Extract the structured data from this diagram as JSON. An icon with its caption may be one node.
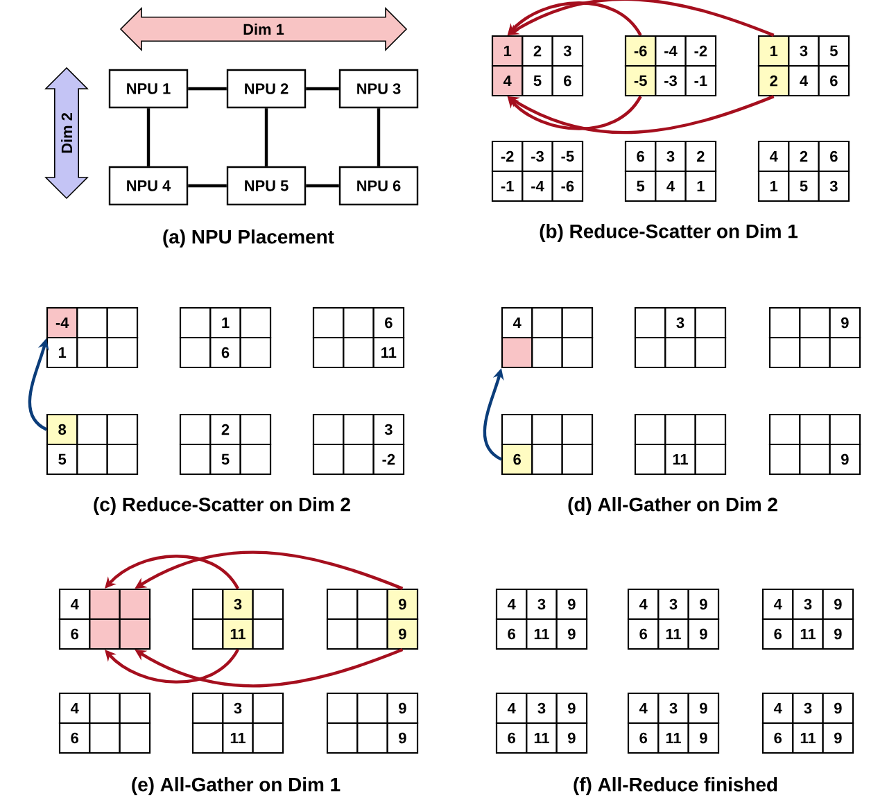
{
  "diagram": {
    "nodes": [
      {
        "text": [
          "Dim 1"
        ]
      },
      {
        "text": [
          "Dim 2"
        ]
      },
      {
        "text": [
          "NPU 1"
        ]
      },
      {
        "text": [
          "NPU 2"
        ]
      },
      {
        "text": [
          "NPU 3"
        ]
      },
      {
        "text": [
          "NPU 4"
        ]
      },
      {
        "text": [
          "NPU 5"
        ]
      },
      {
        "text": [
          "NPU 6"
        ]
      },
      {
        "text": [
          "1"
        ]
      },
      {
        "text": [
          "2"
        ]
      },
      {
        "text": [
          "3"
        ]
      },
      {
        "text": [
          "4"
        ]
      },
      {
        "text": [
          "5"
        ]
      },
      {
        "text": [
          "6"
        ]
      },
      {
        "text": [
          "-6"
        ]
      },
      {
        "text": [
          "-4"
        ]
      },
      {
        "text": [
          "-2"
        ]
      },
      {
        "text": [
          "-5"
        ]
      },
      {
        "text": [
          "-3"
        ]
      },
      {
        "text": [
          "-1"
        ]
      },
      {
        "text": [
          "1"
        ]
      },
      {
        "text": [
          "3"
        ]
      },
      {
        "text": [
          "5"
        ]
      },
      {
        "text": [
          "2"
        ]
      },
      {
        "text": [
          "4"
        ]
      },
      {
        "text": [
          "6"
        ]
      },
      {
        "text": [
          "-2"
        ]
      },
      {
        "text": [
          "-3"
        ]
      },
      {
        "text": [
          "-5"
        ]
      },
      {
        "text": [
          "-1"
        ]
      },
      {
        "text": [
          "-4"
        ]
      },
      {
        "text": [
          "-6"
        ]
      },
      {
        "text": [
          "6"
        ]
      },
      {
        "text": [
          "3"
        ]
      },
      {
        "text": [
          "2"
        ]
      },
      {
        "text": [
          "5"
        ]
      },
      {
        "text": [
          "4"
        ]
      },
      {
        "text": [
          "1"
        ]
      },
      {
        "text": [
          "4"
        ]
      },
      {
        "text": [
          "2"
        ]
      },
      {
        "text": [
          "6"
        ]
      },
      {
        "text": [
          "1"
        ]
      },
      {
        "text": [
          "5"
        ]
      },
      {
        "text": [
          "3"
        ]
      },
      {
        "text": [
          "-4"
        ]
      },
      {
        "text": [],
        "shape": "box"
      },
      {
        "text": [],
        "shape": "box"
      },
      {
        "text": [
          "1"
        ]
      },
      {
        "text": [],
        "shape": "box"
      },
      {
        "text": [],
        "shape": "box"
      },
      {
        "text": [],
        "shape": "box"
      },
      {
        "text": [
          "1"
        ]
      },
      {
        "text": [],
        "shape": "box"
      },
      {
        "text": [],
        "shape": "box"
      },
      {
        "text": [
          "6"
        ]
      },
      {
        "text": [],
        "shape": "box"
      },
      {
        "text": [],
        "shape": "box"
      },
      {
        "text": [],
        "shape": "box"
      },
      {
        "text": [
          "6"
        ]
      },
      {
        "text": [],
        "shape": "box"
      },
      {
        "text": [],
        "shape": "box"
      },
      {
        "text": [
          "11"
        ]
      },
      {
        "text": [
          "8"
        ]
      },
      {
        "text": [],
        "shape": "box"
      },
      {
        "text": [],
        "shape": "box"
      },
      {
        "text": [
          "5"
        ]
      },
      {
        "text": [],
        "shape": "box"
      },
      {
        "text": [],
        "shape": "box"
      },
      {
        "text": [],
        "shape": "box"
      },
      {
        "text": [
          "2"
        ]
      },
      {
        "text": [],
        "shape": "box"
      },
      {
        "text": [],
        "shape": "box"
      },
      {
        "text": [
          "5"
        ]
      },
      {
        "text": [],
        "shape": "box"
      },
      {
        "text": [],
        "shape": "box"
      },
      {
        "text": [],
        "shape": "box"
      },
      {
        "text": [
          "3"
        ]
      },
      {
        "text": [],
        "shape": "box"
      },
      {
        "text": [],
        "shape": "box"
      },
      {
        "text": [
          "-2"
        ]
      },
      {
        "text": [
          "4"
        ]
      },
      {
        "text": [],
        "shape": "box"
      },
      {
        "text": [],
        "shape": "box"
      },
      {
        "text": [],
        "shape": "box"
      },
      {
        "text": [],
        "shape": "box"
      },
      {
        "text": [],
        "shape": "box"
      },
      {
        "text": [],
        "shape": "box"
      },
      {
        "text": [
          "3"
        ]
      },
      {
        "text": [],
        "shape": "box"
      },
      {
        "text": [],
        "shape": "box"
      },
      {
        "text": [],
        "shape": "box"
      },
      {
        "text": [],
        "shape": "box"
      },
      {
        "text": [],
        "shape": "box"
      },
      {
        "text": [],
        "shape": "box"
      },
      {
        "text": [
          "9"
        ]
      },
      {
        "text": [],
        "shape": "box"
      },
      {
        "text": [],
        "shape": "box"
      },
      {
        "text": [],
        "shape": "box"
      },
      {
        "text": [],
        "shape": "box"
      },
      {
        "text": [],
        "shape": "box"
      },
      {
        "text": [],
        "shape": "box"
      },
      {
        "text": [
          "6"
        ]
      },
      {
        "text": [],
        "shape": "box"
      },
      {
        "text": [],
        "shape": "box"
      },
      {
        "text": [],
        "shape": "box"
      },
      {
        "text": [],
        "shape": "box"
      },
      {
        "text": [],
        "shape": "box"
      },
      {
        "text": [],
        "shape": "box"
      },
      {
        "text": [
          "11"
        ]
      },
      {
        "text": [],
        "shape": "box"
      },
      {
        "text": [],
        "shape": "box"
      },
      {
        "text": [],
        "shape": "box"
      },
      {
        "text": [],
        "shape": "box"
      },
      {
        "text": [],
        "shape": "box"
      },
      {
        "text": [],
        "shape": "box"
      },
      {
        "text": [
          "9"
        ]
      },
      {
        "text": [
          "4"
        ]
      },
      {
        "text": [],
        "shape": "box"
      },
      {
        "text": [],
        "shape": "box"
      },
      {
        "text": [
          "6"
        ]
      },
      {
        "text": [],
        "shape": "box"
      },
      {
        "text": [],
        "shape": "box"
      },
      {
        "text": [],
        "shape": "box"
      },
      {
        "text": [
          "3"
        ]
      },
      {
        "text": [],
        "shape": "box"
      },
      {
        "text": [],
        "shape": "box"
      },
      {
        "text": [
          "11"
        ]
      },
      {
        "text": [],
        "shape": "box"
      },
      {
        "text": [],
        "shape": "box"
      },
      {
        "text": [],
        "shape": "box"
      },
      {
        "text": [
          "9"
        ]
      },
      {
        "text": [],
        "shape": "box"
      },
      {
        "text": [],
        "shape": "box"
      },
      {
        "text": [
          "9"
        ]
      },
      {
        "text": [
          "4"
        ]
      },
      {
        "text": [],
        "shape": "box"
      },
      {
        "text": [],
        "shape": "box"
      },
      {
        "text": [
          "6"
        ]
      },
      {
        "text": [],
        "shape": "box"
      },
      {
        "text": [],
        "shape": "box"
      },
      {
        "text": [],
        "shape": "box"
      },
      {
        "text": [
          "3"
        ]
      },
      {
        "text": [],
        "shape": "box"
      },
      {
        "text": [],
        "shape": "box"
      },
      {
        "text": [
          "11"
        ]
      },
      {
        "text": [],
        "shape": "box"
      },
      {
        "text": [],
        "shape": "box"
      },
      {
        "text": [],
        "shape": "box"
      },
      {
        "text": [
          "9"
        ]
      },
      {
        "text": [],
        "shape": "box"
      },
      {
        "text": [],
        "shape": "box"
      },
      {
        "text": [
          "9"
        ]
      },
      {
        "text": [
          "4"
        ]
      },
      {
        "text": [
          "3"
        ]
      },
      {
        "text": [
          "9"
        ]
      },
      {
        "text": [
          "6"
        ]
      },
      {
        "text": [
          "11"
        ]
      },
      {
        "text": [
          "9"
        ]
      },
      {
        "text": [
          "4"
        ]
      },
      {
        "text": [
          "3"
        ]
      },
      {
        "text": [
          "9"
        ]
      },
      {
        "text": [
          "6"
        ]
      },
      {
        "text": [
          "11"
        ]
      },
      {
        "text": [
          "9"
        ]
      },
      {
        "text": [
          "4"
        ]
      },
      {
        "text": [
          "3"
        ]
      },
      {
        "text": [
          "9"
        ]
      },
      {
        "text": [
          "6"
        ]
      },
      {
        "text": [
          "11"
        ]
      },
      {
        "text": [
          "9"
        ]
      },
      {
        "text": [
          "4"
        ]
      },
      {
        "text": [
          "3"
        ]
      },
      {
        "text": [
          "9"
        ]
      },
      {
        "text": [
          "6"
        ]
      },
      {
        "text": [
          "11"
        ]
      },
      {
        "text": [
          "9"
        ]
      },
      {
        "text": [
          "4"
        ]
      },
      {
        "text": [
          "3"
        ]
      },
      {
        "text": [
          "9"
        ]
      },
      {
        "text": [
          "6"
        ]
      },
      {
        "text": [
          "11"
        ]
      },
      {
        "text": [
          "9"
        ]
      },
      {
        "text": [
          "4"
        ]
      },
      {
        "text": [
          "3"
        ]
      },
      {
        "text": [
          "9"
        ]
      },
      {
        "text": [
          "6"
        ]
      },
      {
        "text": [
          "11"
        ]
      },
      {
        "text": [
          "9"
        ]
      }
    ],
    "edges": [
      {
        "from": 2,
        "to": 3,
        "arrow": "none",
        "color": "#000000"
      },
      {
        "from": 3,
        "to": 4,
        "arrow": "none",
        "color": "#000000"
      },
      {
        "from": 2,
        "to": 5,
        "arrow": "none",
        "color": "#000000"
      },
      {
        "from": 3,
        "to": 6,
        "arrow": "none",
        "color": "#000000"
      },
      {
        "from": 4,
        "to": 7,
        "arrow": "none",
        "color": "#000000"
      },
      {
        "from": 5,
        "to": 6,
        "arrow": "none",
        "color": "#000000"
      },
      {
        "from": 6,
        "to": 7,
        "arrow": "none",
        "color": "#000000"
      },
      {
        "from": 14,
        "to": 8,
        "arrow": "to"
      },
      {
        "from": 20,
        "to": 8,
        "arrow": "to"
      },
      {
        "from": 17,
        "to": 11,
        "arrow": "to"
      },
      {
        "from": 23,
        "to": 11,
        "arrow": "to"
      },
      {
        "from": 62,
        "to": 44,
        "arrow": "to",
        "color": "#0b3d7a"
      },
      {
        "from": 101,
        "to": 83,
        "arrow": "to",
        "color": "#0b3d7a"
      },
      {
        "from": 123,
        "to": 117,
        "arrow": "to"
      },
      {
        "from": 130,
        "to": 118,
        "arrow": "to"
      },
      {
        "from": 126,
        "to": 120,
        "arrow": "to"
      },
      {
        "from": 133,
        "to": 121,
        "arrow": "to"
      }
    ],
    "labels": [
      "(a) NPU Placement",
      "(b) Reduce-Scatter on Dim 1",
      "(c) Reduce-Scatter on Dim 2",
      "(d) All-Gather on Dim 2",
      "(e) All-Gather on Dim 1",
      "(f) All-Reduce finished"
    ]
  }
}
